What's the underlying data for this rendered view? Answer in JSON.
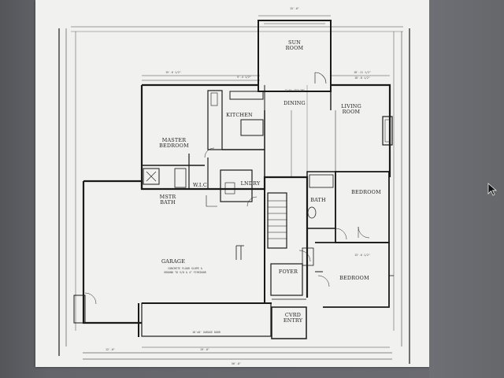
{
  "rooms": {
    "sun": [
      "SUN",
      "ROOM"
    ],
    "dining": "DINING",
    "living": [
      "LIVING",
      "ROOM"
    ],
    "kitchen": "KITCHEN",
    "master": [
      "MASTER",
      "BEDROOM"
    ],
    "master_bath": [
      "MSTR",
      "BATH"
    ],
    "wic": "W.I.C.",
    "laundry": "LNDRY",
    "bath": "BATH",
    "bedroom_1": "BEDROOM",
    "bedroom_2": "BEDROOM",
    "garage": "GARAGE",
    "foyer": "FOYER",
    "entry": [
      "CVRD",
      "ENTRY"
    ]
  },
  "dimensions": {
    "top": "15'-0\"",
    "kitchen_top_left": "15'-6 1/2\"",
    "kitchen_top_right": "5'-4 1/2\"",
    "living_top": "18'-11 1/2\"",
    "living_top2": "18'-8 1/2\"",
    "bedroom_right": "13'-6 1/2\"",
    "garage_bottom_left": "12'-0\"",
    "garage_bottom_mid": "19'-0\"",
    "overall_bottom": "56'-8\""
  },
  "notes": {
    "garage_detail": [
      "CONCRETE FLOOR SLOPE &",
      "GROUND TO 5/8 & 4\" FIREDOOR"
    ],
    "garage_door": "16'x8' GARAGE DOOR",
    "ceiling": "12'0\" CEILING"
  }
}
